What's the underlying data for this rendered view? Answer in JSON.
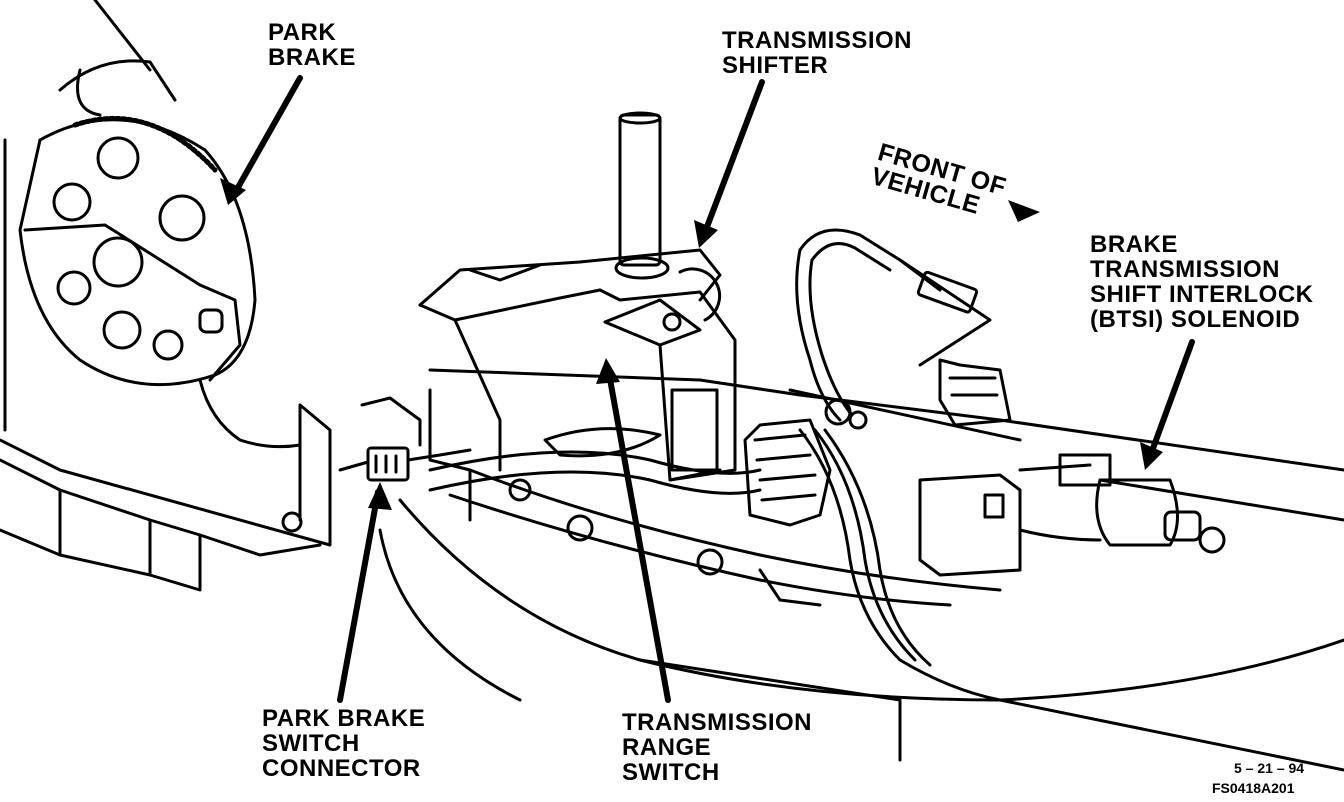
{
  "labels": {
    "park_brake": [
      "PARK",
      "BRAKE"
    ],
    "transmission_shifter": [
      "TRANSMISSION",
      "SHIFTER"
    ],
    "front_of_vehicle": [
      "FRONT OF",
      "VEHICLE"
    ],
    "btsi_solenoid": [
      "BRAKE",
      "TRANSMISSION",
      "SHIFT INTERLOCK",
      "(BTSI) SOLENOID"
    ],
    "park_brake_switch_connector": [
      "PARK BRAKE",
      "SWITCH",
      "CONNECTOR"
    ],
    "transmission_range_switch": [
      "TRANSMISSION",
      "RANGE",
      "SWITCH"
    ]
  },
  "footer": {
    "date": "5 – 21 – 94",
    "code": "FS0418A201"
  },
  "colors": {
    "ink": "#000000",
    "paper": "#ffffff"
  }
}
